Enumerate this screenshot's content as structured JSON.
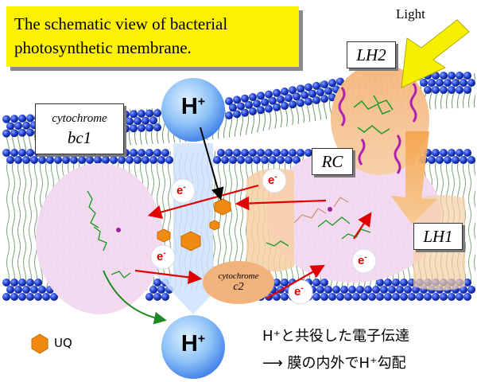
{
  "title": {
    "line1": "The schematic view of bacterial",
    "line2": "photosynthetic membrane."
  },
  "labels": {
    "light": "Light",
    "lh2": "LH2",
    "lh1": "LH1",
    "rc": "RC",
    "cytochrome_bc1_line1": "cytochrome",
    "cytochrome_bc1_line2": "bc1",
    "cytochrome_c2_line1": "cytochrome",
    "cytochrome_c2_line2": "c2"
  },
  "ions": {
    "h_plus_base": "H",
    "h_plus_sup": "+",
    "electron_base": "e",
    "electron_sup": "-"
  },
  "legend": {
    "uq_label": "UQ",
    "caption1": "H⁺と共役した電子伝達",
    "caption2_arrow": "⟶",
    "caption2": "膜の内外でH⁺勾配"
  },
  "colors": {
    "membrane_head": "#1f3fd0",
    "title_bg": "#fff200",
    "light_arrow": "#f5f000",
    "electron_text": "#e00000",
    "proton_fill": "#3a7be8",
    "cytochrome_c2": "#f2b27c",
    "uq": "#f08a10",
    "protein_region": "#f3d8f0"
  }
}
